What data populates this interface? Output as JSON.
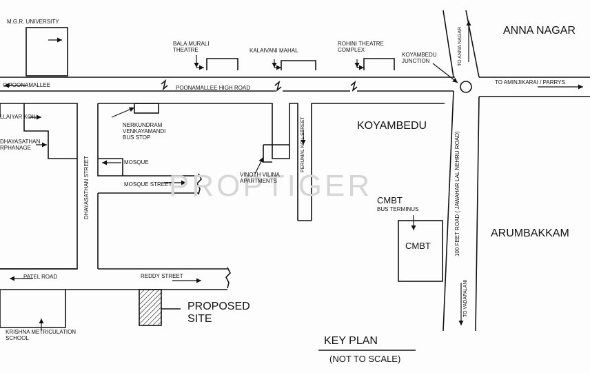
{
  "landmarks": {
    "mgr_university": "M.G.R. UNIVERSITY",
    "bala_murali": [
      "BALA MURALI",
      "THEATRE"
    ],
    "kalaivani": "KALAIVANI MAHAL",
    "rohini": [
      "ROHINI THEATRE",
      "COMPLEX"
    ],
    "koyambedu_junction": [
      "KOYAMBEDU",
      "JUNCTION"
    ],
    "pillaiyar_koil": "LLAIYAR KOIL",
    "orphanage": [
      "DHAYASATHAN",
      "RPHANAGE"
    ],
    "bus_stop": [
      "NERKUNDRAM",
      "VENKAYAMANDI",
      "BUS STOP"
    ],
    "mosque": "MOSQUE",
    "vinoth": [
      "VINOTH VILINA",
      "APARTMENTS"
    ],
    "cmbt_label": "CMBT",
    "cmbt_sub": "BUS TERMINUS",
    "cmbt_box": "CMBT",
    "school": [
      "KRISHNA METRICULATION",
      "SCHOOL"
    ],
    "proposed_site": [
      "PROPOSED",
      "SITE"
    ]
  },
  "roads": {
    "poonamallee_dir": "O POONAMALLEE",
    "poonamallee_high_road": "POONAMALLEE HIGH ROAD",
    "to_anna_nagar": "TO ANNA NAGAR",
    "to_aminjikarai": "TO AMINJIKARAI  / PARRYS",
    "to_vadapalani": "TO VADAPALANI",
    "hundred_feet_road": "100 FEET ROAD  ( JAWAHAR LAL NEHRU ROAD)",
    "perumal_koil": "PERUMAL KOIL STREET",
    "dhayasathan_street": "DHAYASATHAN  STREET",
    "mosque_street": "MOSQUE  STREET",
    "reddy_street": "REDDY  STREET",
    "patel_road": "PATEL ROAD"
  },
  "areas": {
    "anna_nagar": "ANNA NAGAR",
    "koyambedu": "KOYAMBEDU",
    "arumbakkam": "ARUMBAKKAM"
  },
  "key_plan": {
    "title": "KEY PLAN",
    "subtitle": "(NOT TO SCALE)"
  },
  "watermark": "PROPTIGER",
  "colors": {
    "ink": "#111111",
    "paper": "#fdfdfd",
    "watermark": "#d6d6d6"
  }
}
